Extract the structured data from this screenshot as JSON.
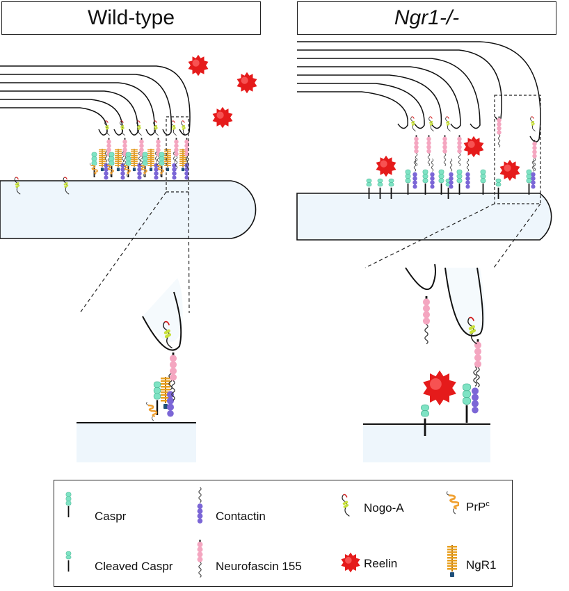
{
  "panels": {
    "left_title": "Wild-type",
    "right_title": "Ngr1-/-"
  },
  "legend": {
    "caspr": "Caspr",
    "cleaved_caspr": "Cleaved Caspr",
    "contactin": "Contactin",
    "neurofascin": "Neurofascin 155",
    "nogo_a": "Nogo-A",
    "reelin": "Reelin",
    "prpc_base": "PrP",
    "prpc_sup": "c",
    "ngr1": "NgR1"
  },
  "colors": {
    "caspr": "#7fe3c4",
    "contactin": "#7b66d6",
    "neurofascin": "#f4a6c0",
    "reelin": "#e51b1b",
    "prpc": "#f0a030",
    "ngr1": "#e8a020",
    "nogo_green": "#c8e03a",
    "axon_fill": "#eef6fc"
  }
}
